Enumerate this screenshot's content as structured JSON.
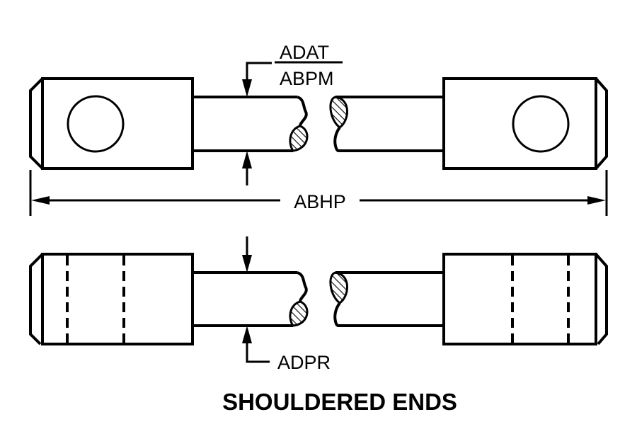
{
  "title": "SHOULDERED ENDS",
  "colors": {
    "ink": "#000000",
    "background": "#ffffff"
  },
  "top_view": {
    "diameter_label_upper": "ADAT",
    "diameter_label_lower": "ABPM",
    "overall_length_label": "ABHP"
  },
  "bottom_view": {
    "diameter_label": "ADPR"
  }
}
